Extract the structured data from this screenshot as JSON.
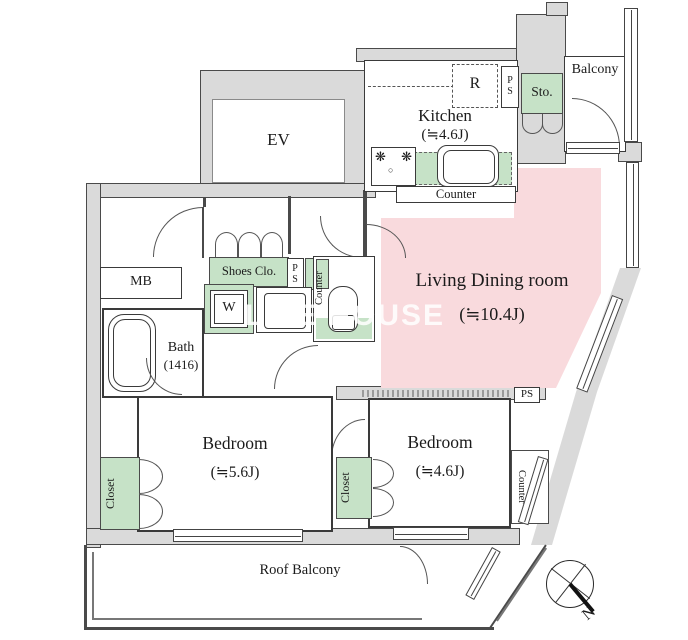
{
  "rooms": {
    "ev": {
      "label": "EV"
    },
    "kitchen": {
      "label": "Kitchen",
      "size": "(≒4.6J)"
    },
    "living": {
      "label": "Living Dining room",
      "size": "(≒10.4J)"
    },
    "bedroom_main": {
      "label": "Bedroom",
      "size": "(≒5.6J)"
    },
    "bedroom_second": {
      "label": "Bedroom",
      "size": "(≒4.6J)"
    },
    "bath": {
      "label": "Bath",
      "size": "(1416)"
    },
    "balcony": {
      "label": "Balcony"
    },
    "roof_balcony": {
      "label": "Roof Balcony"
    },
    "storage": {
      "label": "Sto."
    },
    "shoes_closet": {
      "label": "Shoes Clo."
    }
  },
  "fixtures": {
    "refrigerator": "R",
    "washer": "W",
    "meter_box": "MB",
    "pipe_space": "PS",
    "closet": "Closet",
    "counter": "Counter"
  },
  "compass": {
    "north": "N"
  },
  "watermark": "LIFE HOUSE",
  "colors": {
    "wall_fill": "#dadada",
    "accent_green": "#c6e2c7",
    "accent_pink": "#f9dadd",
    "line": "#4a4a4a"
  }
}
